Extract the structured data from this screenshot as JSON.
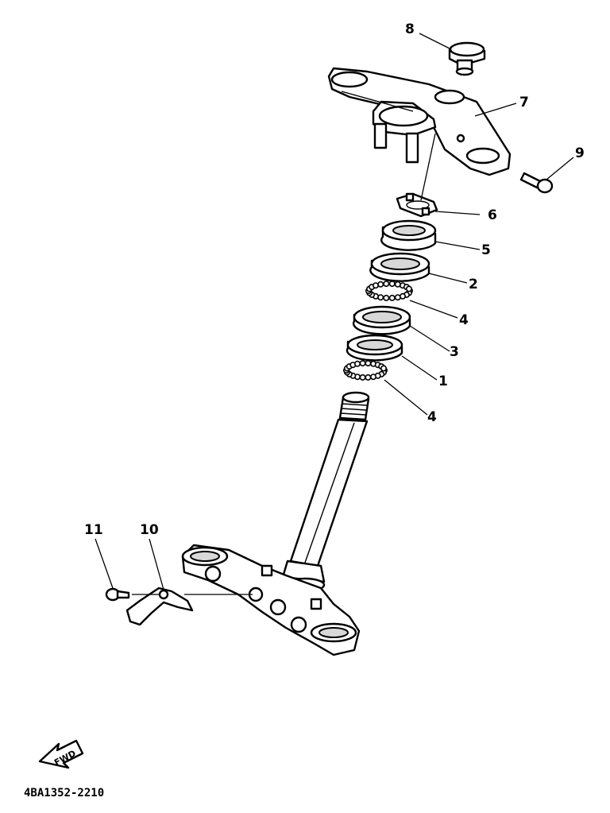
{
  "labels": {
    "l1": "1",
    "l2": "2",
    "l3": "3",
    "l4a": "4",
    "l4b": "4",
    "l5": "5",
    "l6": "6",
    "l7": "7",
    "l8": "8",
    "l9": "9",
    "l10": "10",
    "l11": "11"
  },
  "direction_label": "FWD",
  "diagram_code": "4BA1352-2210"
}
